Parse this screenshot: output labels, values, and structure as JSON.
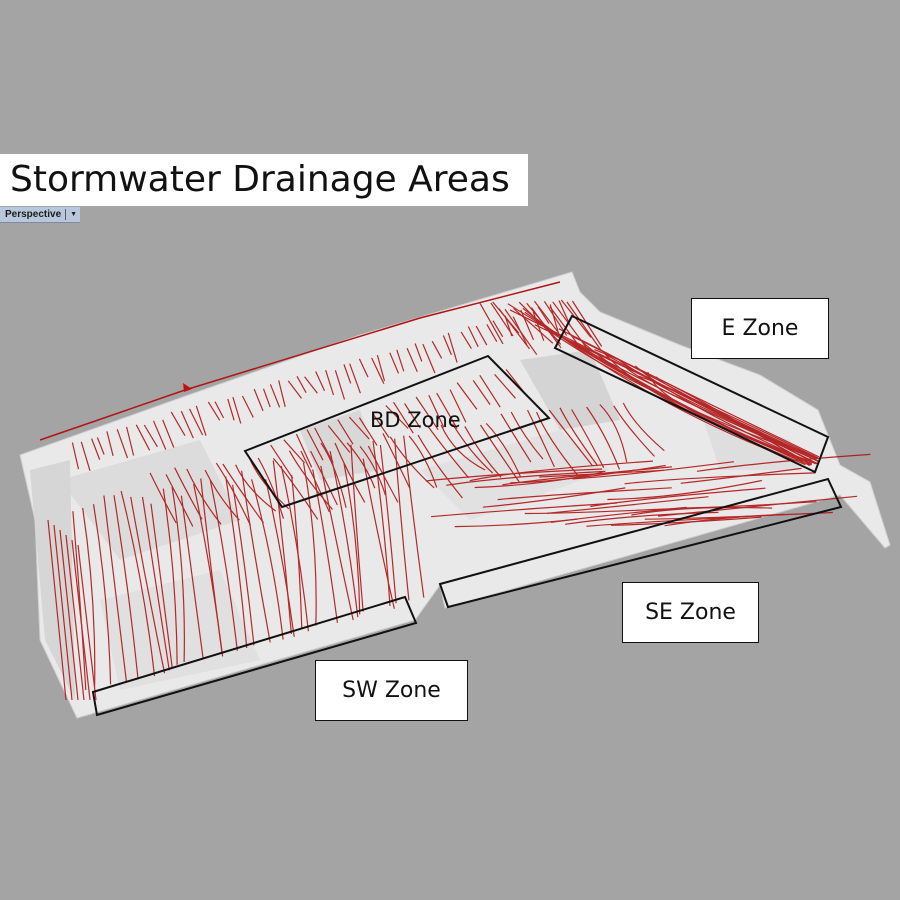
{
  "title": "Stormwater Drainage Areas",
  "viewport": {
    "label": "Perspective",
    "menu_icon": "chevron-down-icon"
  },
  "zones": {
    "e": "E Zone",
    "bd": "BD Zone",
    "se": "SE Zone",
    "sw": "SW Zone"
  },
  "colors": {
    "background": "#a4a4a4",
    "terrain": "#e9e9e9",
    "flowlines": "#b01414",
    "outline": "#111111"
  }
}
